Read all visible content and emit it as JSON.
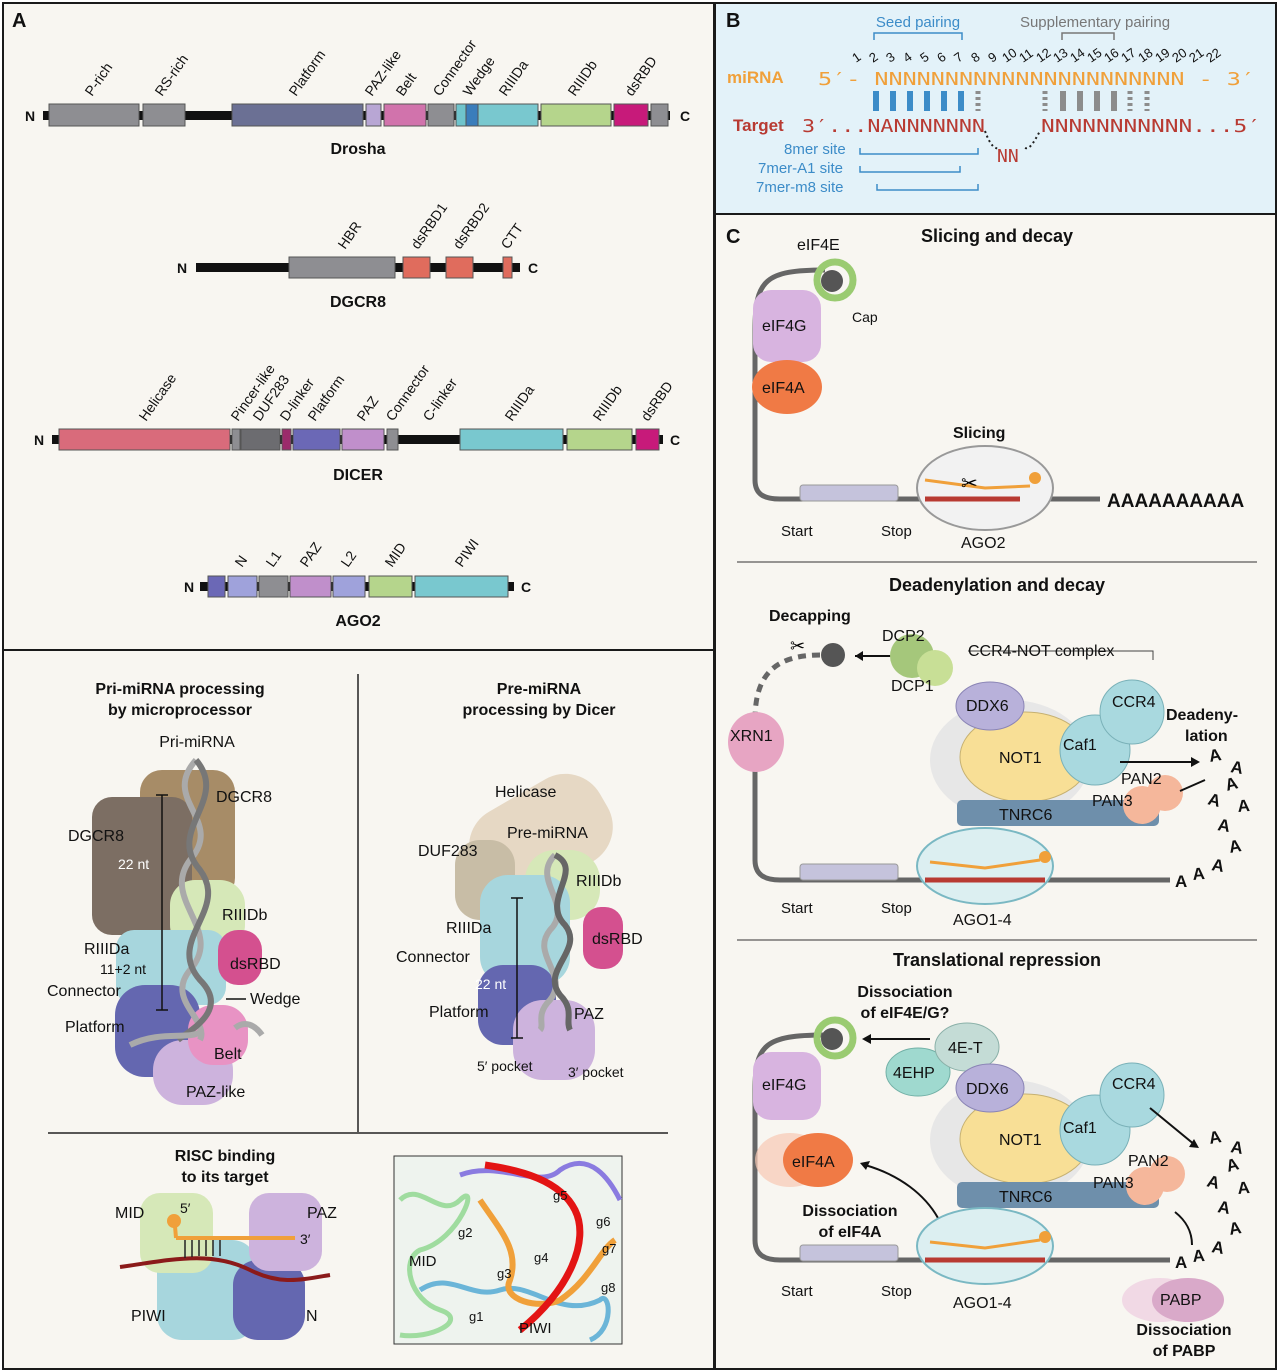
{
  "panelA": {
    "letter": "A",
    "drosha": {
      "name": "Drosha",
      "n": "N",
      "c": "C",
      "domains": [
        "P-rich",
        "RS-rich",
        "Platform",
        "PAZ-like",
        "Belt",
        "Connector",
        "Wedge",
        "RIIIDa",
        "RIIIDb",
        "dsRBD"
      ]
    },
    "dgcr8": {
      "name": "DGCR8",
      "n": "N",
      "c": "C",
      "domains": [
        "HBR",
        "dsRBD1",
        "dsRBD2",
        "CTT"
      ]
    },
    "dicer": {
      "name": "DICER",
      "n": "N",
      "c": "C",
      "domains": [
        "Helicase",
        "Pincer-like",
        "DUF283",
        "D-linker",
        "Platform",
        "PAZ",
        "Connector",
        "C-linker",
        "RIIIDa",
        "RIIIDb",
        "dsRBD"
      ]
    },
    "ago2": {
      "name": "AGO2",
      "n": "N",
      "c": "C",
      "domains": [
        "N",
        "L1",
        "PAZ",
        "L2",
        "MID",
        "PIWI"
      ]
    },
    "pri": {
      "title1": "Pri-miRNA processing",
      "title2": "by microprocessor",
      "rna": "Pri-miRNA",
      "dgcr8a": "DGCR8",
      "dgcr8b": "DGCR8",
      "nt22": "22 nt",
      "riiidb": "RIIIDb",
      "riiida": "RIIIDa",
      "nt11": "11+2 nt",
      "dsrbd": "dsRBD",
      "connector": "Connector",
      "wedge": "Wedge",
      "platform": "Platform",
      "belt": "Belt",
      "pazlike": "PAZ-like"
    },
    "pre": {
      "title1": "Pre-miRNA",
      "title2": "processing by Dicer",
      "helicase": "Helicase",
      "rna": "Pre-miRNA",
      "duf": "DUF283",
      "riiidb": "RIIIDb",
      "riiida": "RIIIDa",
      "dsrbd": "dsRBD",
      "connector": "Connector",
      "nt22": "22 nt",
      "platform": "Platform",
      "paz": "PAZ",
      "p5": "5′ pocket",
      "p3": "3′ pocket"
    },
    "risc": {
      "title1": "RISC binding",
      "title2": "to its target",
      "mid": "MID",
      "paz": "PAZ",
      "piwi": "PIWI",
      "n": "N",
      "five": "5′",
      "three": "3′",
      "s_g5": "g5",
      "s_g6": "g6",
      "s_g7": "g7",
      "s_g8": "g8",
      "s_g2": "g2",
      "s_g4": "g4",
      "s_g3": "g3",
      "s_g1": "g1",
      "s_mid": "MID",
      "s_piwi": "PIWI"
    }
  },
  "panelB": {
    "letter": "B",
    "seed": "Seed pairing",
    "supp": "Supplementary pairing",
    "positions": [
      "1",
      "2",
      "3",
      "4",
      "5",
      "6",
      "7",
      "8",
      "9",
      "10",
      "11",
      "12",
      "13",
      "14",
      "15",
      "16",
      "17",
      "18",
      "19",
      "20",
      "21",
      "22"
    ],
    "mirna_label": "miRNA",
    "mirna_seq": "5′- NNNNNNNNNNNNNNNNNNNNNN - 3′",
    "target_label": "Target",
    "target_left": "3′...NANNNNNNN",
    "target_nn": "NN",
    "target_right": "NNNNNNNNNNN...5′",
    "site8": "8mer site",
    "site7a1": "7mer-A1 site",
    "site7m8": "7mer-m8 site"
  },
  "panelC": {
    "letter": "C",
    "slicing": {
      "title": "Slicing and decay",
      "eif4e": "eIF4E",
      "eif4g": "eIF4G",
      "eif4a": "eIF4A",
      "cap": "Cap",
      "slicing": "Slicing",
      "polyA": "AAAAAAAAAA",
      "start": "Start",
      "stop": "Stop",
      "ago": "AGO2"
    },
    "dead": {
      "title": "Deadenylation and decay",
      "decapping": "Decapping",
      "dcp2": "DCP2",
      "dcp1": "DCP1",
      "ccr4not": "CCR4-NOT complex",
      "ddx6": "DDX6",
      "ccr4": "CCR4",
      "deaden1": "Deadeny-",
      "deaden2": "lation",
      "xrn1": "XRN1",
      "not1": "NOT1",
      "caf1": "Caf1",
      "pan2": "PAN2",
      "pan3": "PAN3",
      "tnrc6": "TNRC6",
      "start": "Start",
      "stop": "Stop",
      "ago": "AGO1-4",
      "a": "A"
    },
    "trans": {
      "title": "Translational repression",
      "diss1": "Dissociation",
      "diss2": "of eIF4E/G?",
      "t4e": "4E-T",
      "ehp": "4EHP",
      "eif4g": "eIF4G",
      "ddx6": "DDX6",
      "ccr4": "CCR4",
      "not1": "NOT1",
      "caf1": "Caf1",
      "eif4a": "eIF4A",
      "pan2": "PAN2",
      "pan3": "PAN3",
      "tnrc6": "TNRC6",
      "dissA1": "Dissociation",
      "dissA2": "of eIF4A",
      "start": "Start",
      "stop": "Stop",
      "ago": "AGO1-4",
      "pabp": "PABP",
      "dissP1": "Dissociation",
      "dissP2": "of PABP",
      "a": "A"
    }
  },
  "colors": {
    "border": "#1a1a1a",
    "bgA": "#f7f5f0",
    "bgB": "#e3f2f9",
    "orange": "#f0a03a",
    "red": "#b83a32",
    "blue": "#3c8cc8",
    "gray": "#8c8c8c"
  }
}
